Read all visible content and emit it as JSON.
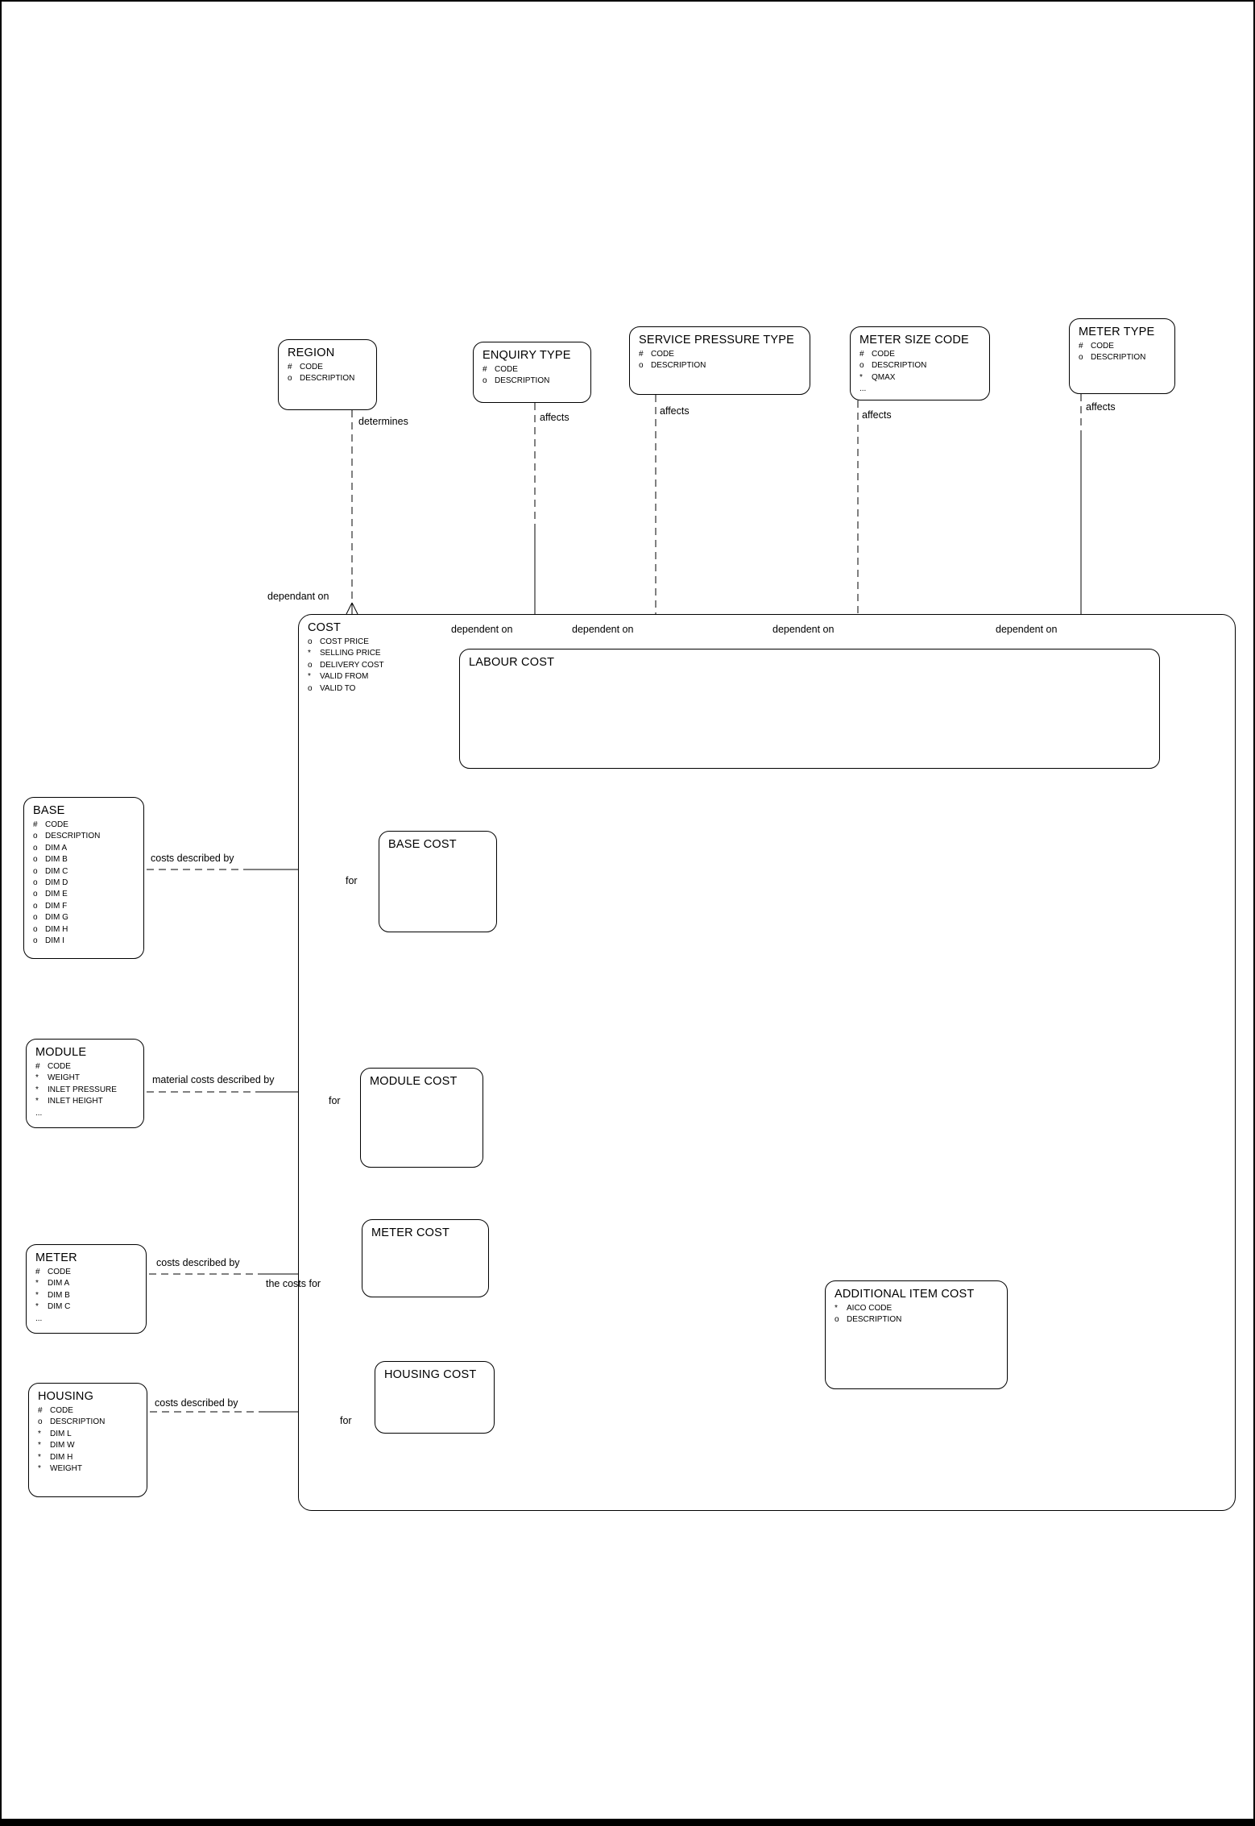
{
  "diagram": {
    "kind": "entity-relationship-diagram",
    "background": "#ffffff",
    "line_color": "#000000"
  },
  "rel_labels": {
    "determines": "determines",
    "dependant_on": "dependant on",
    "dependent_on": "dependent on",
    "affects": "affects",
    "costs_described_by": "costs described by",
    "material_costs_described_by": "material costs described by",
    "for": "for",
    "the_costs_for": "the costs for"
  },
  "entities": {
    "region": {
      "title": "REGION",
      "attrs": [
        {
          "m": "#",
          "n": "CODE"
        },
        {
          "m": "o",
          "n": "DESCRIPTION"
        }
      ]
    },
    "enquiry_type": {
      "title": "ENQUIRY TYPE",
      "attrs": [
        {
          "m": "#",
          "n": "CODE"
        },
        {
          "m": "o",
          "n": "DESCRIPTION"
        }
      ]
    },
    "service_pressure_type": {
      "title": "SERVICE PRESSURE TYPE",
      "attrs": [
        {
          "m": "#",
          "n": "CODE"
        },
        {
          "m": "o",
          "n": "DESCRIPTION"
        }
      ]
    },
    "meter_size_code": {
      "title": "METER SIZE CODE",
      "attrs": [
        {
          "m": "#",
          "n": "CODE"
        },
        {
          "m": "o",
          "n": "DESCRIPTION"
        },
        {
          "m": "*",
          "n": "QMAX"
        },
        {
          "m": "...",
          "n": ""
        }
      ]
    },
    "meter_type": {
      "title": "METER TYPE",
      "attrs": [
        {
          "m": "#",
          "n": "CODE"
        },
        {
          "m": "o",
          "n": "DESCRIPTION"
        }
      ]
    },
    "cost": {
      "title": "COST",
      "attrs": [
        {
          "m": "o",
          "n": "COST PRICE"
        },
        {
          "m": "*",
          "n": "SELLING PRICE"
        },
        {
          "m": "o",
          "n": "DELIVERY COST"
        },
        {
          "m": "*",
          "n": "VALID FROM"
        },
        {
          "m": "o",
          "n": "VALID TO"
        }
      ]
    },
    "labour_cost": {
      "title": "LABOUR COST",
      "attrs": []
    },
    "base": {
      "title": "BASE",
      "attrs": [
        {
          "m": "#",
          "n": "CODE"
        },
        {
          "m": "o",
          "n": "DESCRIPTION"
        },
        {
          "m": "o",
          "n": "DIM A"
        },
        {
          "m": "o",
          "n": "DIM B"
        },
        {
          "m": "o",
          "n": "DIM C"
        },
        {
          "m": "o",
          "n": "DIM D"
        },
        {
          "m": "o",
          "n": "DIM E"
        },
        {
          "m": "o",
          "n": "DIM F"
        },
        {
          "m": "o",
          "n": "DIM G"
        },
        {
          "m": "o",
          "n": "DIM H"
        },
        {
          "m": "o",
          "n": "DIM I"
        }
      ]
    },
    "base_cost": {
      "title": "BASE COST",
      "attrs": []
    },
    "module": {
      "title": "MODULE",
      "attrs": [
        {
          "m": "#",
          "n": "CODE"
        },
        {
          "m": "*",
          "n": "WEIGHT"
        },
        {
          "m": "*",
          "n": "INLET PRESSURE"
        },
        {
          "m": "*",
          "n": "INLET HEIGHT"
        },
        {
          "m": "...",
          "n": ""
        }
      ]
    },
    "module_cost": {
      "title": "MODULE COST",
      "attrs": []
    },
    "meter": {
      "title": "METER",
      "attrs": [
        {
          "m": "#",
          "n": "CODE"
        },
        {
          "m": "*",
          "n": "DIM A"
        },
        {
          "m": "*",
          "n": "DIM B"
        },
        {
          "m": "*",
          "n": "DIM C"
        },
        {
          "m": "...",
          "n": ""
        }
      ]
    },
    "meter_cost": {
      "title": "METER COST",
      "attrs": []
    },
    "housing": {
      "title": "HOUSING",
      "attrs": [
        {
          "m": "#",
          "n": "CODE"
        },
        {
          "m": "o",
          "n": "DESCRIPTION"
        },
        {
          "m": "*",
          "n": "DIM L"
        },
        {
          "m": "*",
          "n": "DIM W"
        },
        {
          "m": "*",
          "n": "DIM H"
        },
        {
          "m": "*",
          "n": "WEIGHT"
        }
      ]
    },
    "housing_cost": {
      "title": "HOUSING COST",
      "attrs": []
    },
    "additional_item_cost": {
      "title": "ADDITIONAL ITEM COST",
      "attrs": [
        {
          "m": "*",
          "n": "AICO CODE"
        },
        {
          "m": "o",
          "n": "DESCRIPTION"
        }
      ]
    }
  }
}
